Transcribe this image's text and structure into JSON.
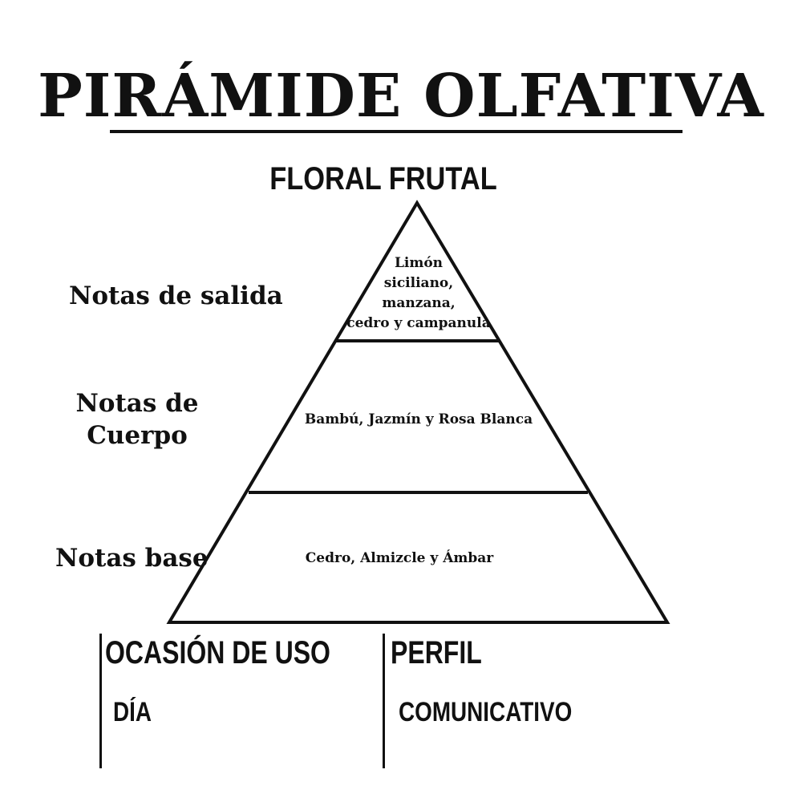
{
  "title": "PIRÁMIDE OLFATIVA",
  "subtitle": "FLORAL FRUTAL",
  "pyramid": {
    "levels": [
      {
        "label": "Notas de salida",
        "notes": [
          "Limón",
          "siciliano,",
          "manzana,",
          "cedro y campanula"
        ]
      },
      {
        "label_lines": [
          "Notas de",
          "Cuerpo"
        ],
        "notes": "Bambú, Jazmín y Rosa Blanca"
      },
      {
        "label": "Notas base",
        "notes": "Cedro, Almizcle y Ámbar"
      }
    ]
  },
  "occasion": {
    "heading": "OCASIÓN DE USO",
    "value": "DÍA"
  },
  "profile": {
    "heading": "PERFIL",
    "value": "COMUNICATIVO"
  },
  "colors": {
    "ink": "#111111",
    "background": "#ffffff"
  }
}
